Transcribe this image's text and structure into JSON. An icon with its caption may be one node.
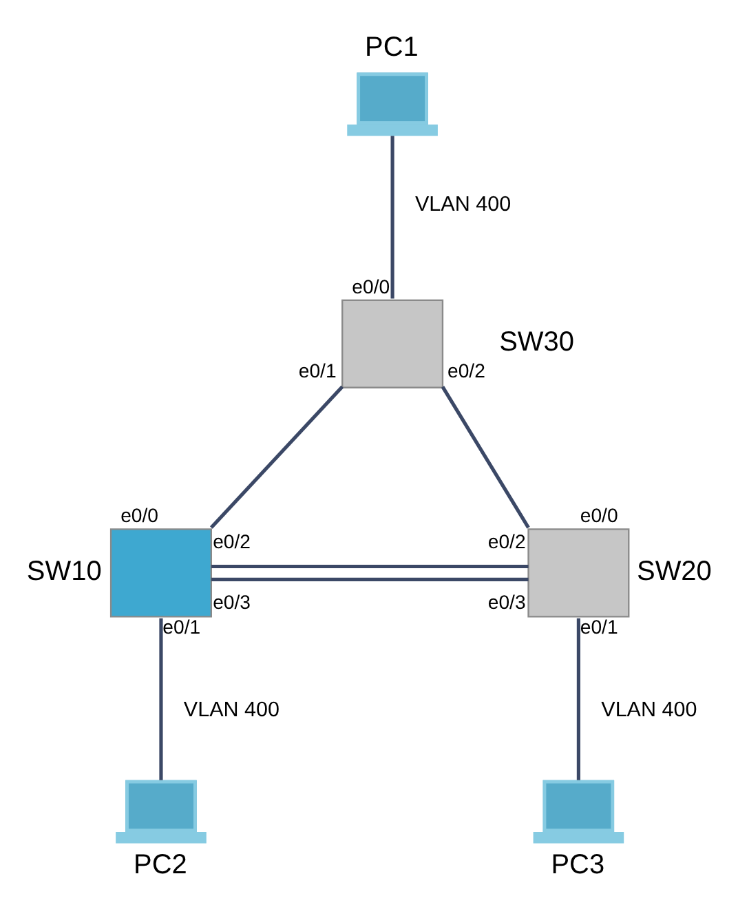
{
  "diagram": {
    "nodes": [
      {
        "text": [
          "PC1"
        ]
      },
      {
        "text": [
          "SW30"
        ],
        "beside": [
          "e0/0",
          "e0/1",
          "e0/2"
        ]
      },
      {
        "text": [
          "SW10"
        ],
        "beside": [
          "e0/0",
          "e0/2",
          "e0/3",
          "e0/1"
        ]
      },
      {
        "text": [
          "SW20"
        ],
        "beside": [
          "e0/0",
          "e0/2",
          "e0/3",
          "e0/1"
        ]
      },
      {
        "text": [
          "PC2"
        ]
      },
      {
        "text": [
          "PC3"
        ]
      }
    ],
    "edges": [
      {
        "from": 0,
        "to": 1,
        "arrow": "none",
        "label": "VLAN 400"
      },
      {
        "from": 1,
        "to": 2,
        "arrow": "none"
      },
      {
        "from": 1,
        "to": 3,
        "arrow": "none"
      },
      {
        "from": 2,
        "to": 3,
        "arrow": "none"
      },
      {
        "from": 2,
        "to": 3,
        "arrow": "none"
      },
      {
        "from": 2,
        "to": 4,
        "arrow": "none",
        "label": "VLAN 400"
      },
      {
        "from": 3,
        "to": 5,
        "arrow": "none",
        "label": "VLAN 400"
      }
    ]
  }
}
